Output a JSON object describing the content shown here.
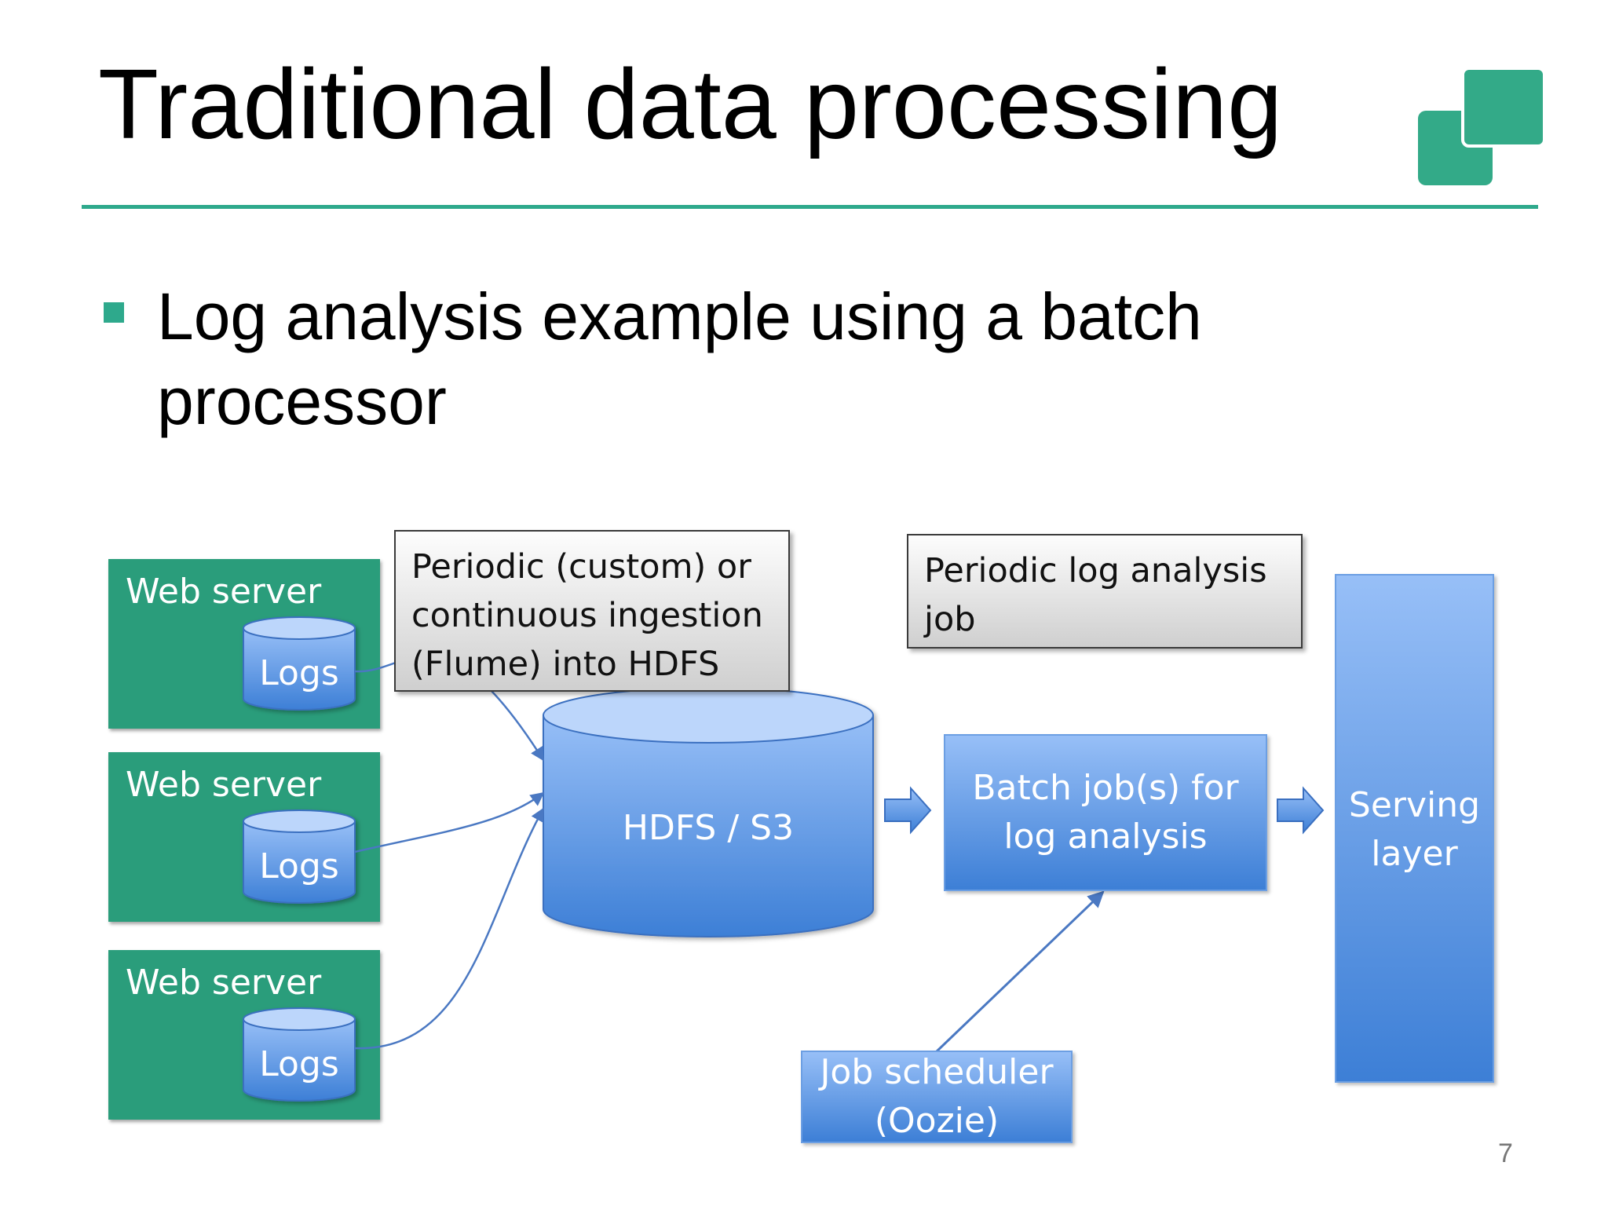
{
  "slide": {
    "title": "Traditional data processing",
    "bullet": "Log analysis example using a batch processor",
    "page_number": "7"
  },
  "diagram": {
    "web_servers": [
      {
        "label": "Web server",
        "logs_label": "Logs"
      },
      {
        "label": "Web server",
        "logs_label": "Logs"
      },
      {
        "label": "Web server",
        "logs_label": "Logs"
      }
    ],
    "ingestion_callout": "Periodic (custom) or continuous ingestion (Flume) into HDFS",
    "analysis_callout": "Periodic log analysis job",
    "storage_label": "HDFS / S3",
    "batch_job_label": "Batch job(s) for log analysis",
    "scheduler_label": "Job scheduler (Oozie)",
    "serving_label": "Serving layer"
  },
  "colors": {
    "accent": "#2ea98c",
    "web_server_fill": "#2a9d7b",
    "blue_light": "#97bff7",
    "blue_dark": "#3d7fd6",
    "connector": "#4a78c2"
  }
}
